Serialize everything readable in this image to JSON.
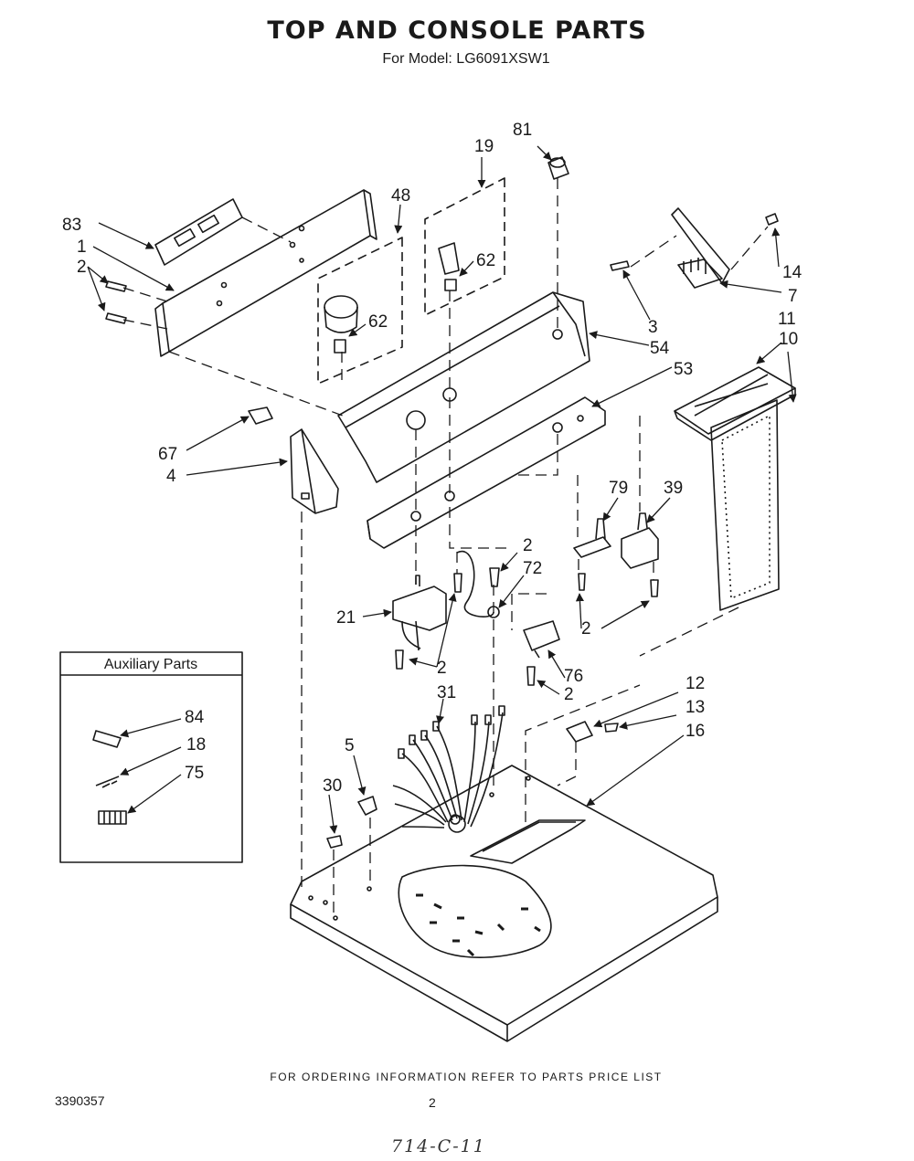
{
  "header": {
    "title": "TOP AND CONSOLE PARTS",
    "subtitle": "For Model: LG6091XSW1"
  },
  "auxiliary": {
    "title": "Auxiliary Parts"
  },
  "callouts": {
    "c81": "81",
    "c19": "19",
    "c48": "48",
    "c83": "83",
    "c1": "1",
    "c2a": "2",
    "c62a": "62",
    "c62b": "62",
    "c14": "14",
    "c7": "7",
    "c3": "3",
    "c54": "54",
    "c11": "11",
    "c10": "10",
    "c53": "53",
    "c67": "67",
    "c4": "4",
    "c79": "79",
    "c39": "39",
    "c2b": "2",
    "c72": "72",
    "c21": "21",
    "c2c": "2",
    "c2d": "2",
    "c76": "76",
    "c2e": "2",
    "c31": "31",
    "c12": "12",
    "c13": "13",
    "c16": "16",
    "c5": "5",
    "c30": "30",
    "c84": "84",
    "c18": "18",
    "c75": "75"
  },
  "footer": {
    "note": "FOR ORDERING INFORMATION REFER TO PARTS PRICE LIST",
    "doc_number": "3390357",
    "page": "2",
    "handwritten": "714-C-11"
  }
}
